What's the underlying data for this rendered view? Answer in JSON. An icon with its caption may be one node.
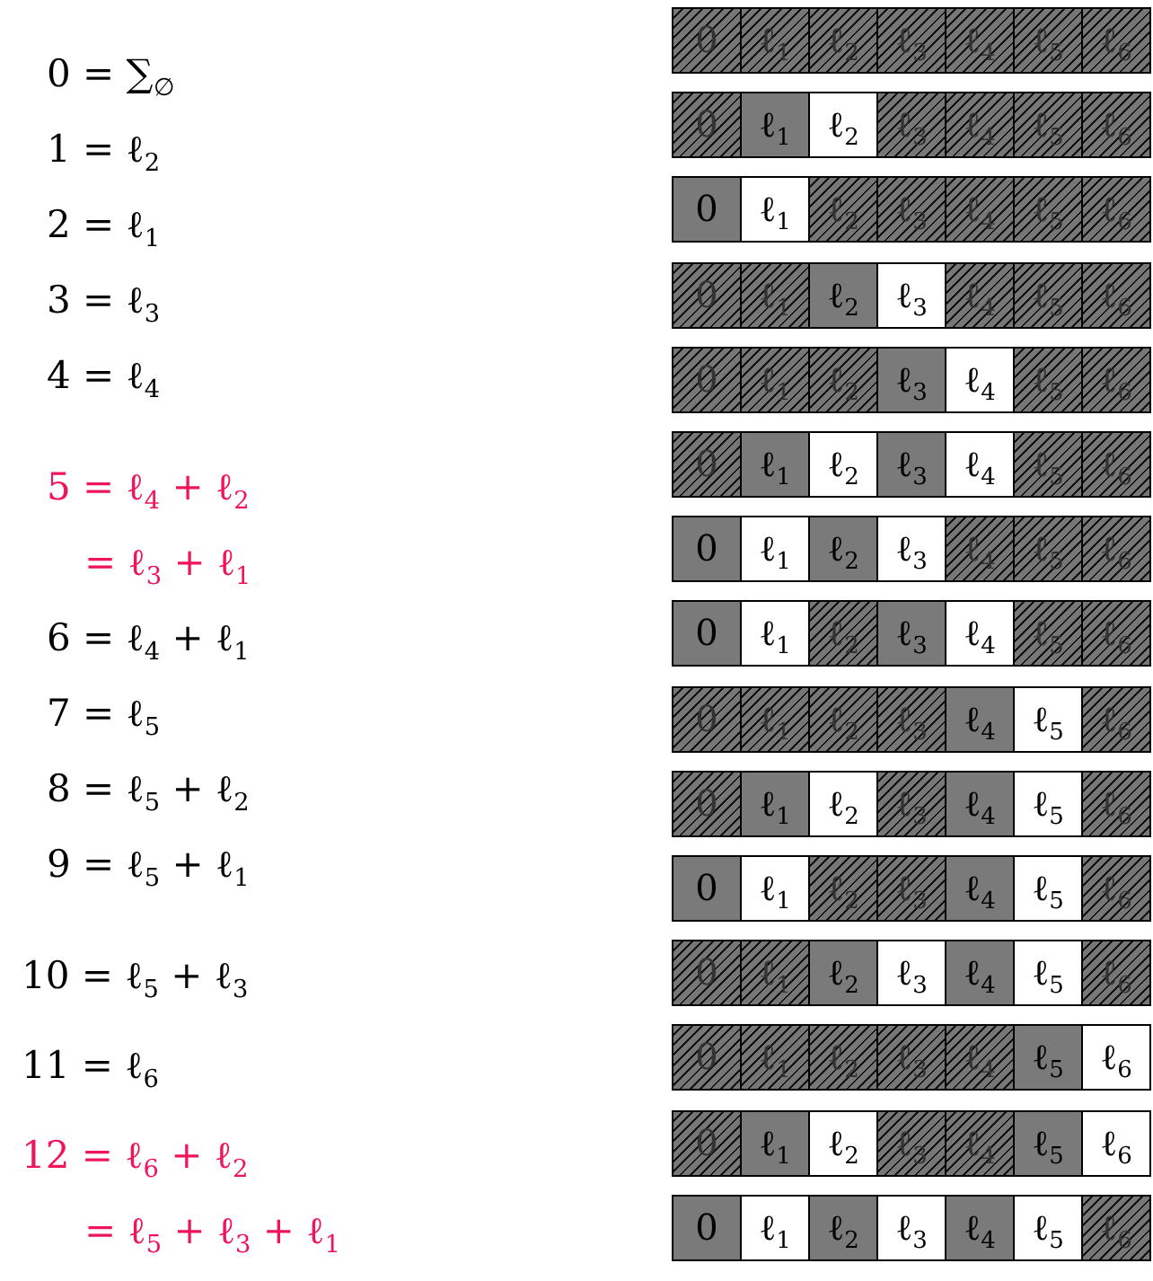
{
  "diagram": {
    "labels": [
      "0 = ∑$_{∅}$",
      "1 = ℓ$_{2}$",
      "2 = ℓ$_{1}$",
      "3 = ℓ$_{3}$",
      "4 = ℓ$_{4}$",
      "5 = ℓ$_{4}$ + ℓ$_{2}$",
      "= ℓ$_{3}$ + ℓ$_{1}$",
      "6 = ℓ$_{4}$ + ℓ$_{1}$",
      "7 = ℓ$_{5}$",
      "8 = ℓ$_{5}$ + ℓ$_{2}$",
      "9 = ℓ$_{5}$ + ℓ$_{1}$",
      "10 = ℓ$_{5}$ + ℓ$_{3}$",
      "11 = ℓ$_{6}$",
      "12 = ℓ$_{6}$ + ℓ$_{2}$",
      "= ℓ$_{5}$ + ℓ$_{3}$ + ℓ$_{1}$",
      "0",
      "ℓ$_{1}$",
      "ℓ$_{2}$",
      "ℓ$_{3}$",
      "ℓ$_{4}$",
      "ℓ$_{5}$",
      "ℓ$_{6}$",
      "0",
      "ℓ$_{1}$",
      "ℓ$_{2}$",
      "ℓ$_{3}$",
      "ℓ$_{4}$",
      "ℓ$_{5}$",
      "ℓ$_{6}$",
      "0",
      "ℓ$_{1}$",
      "ℓ$_{2}$",
      "ℓ$_{3}$",
      "ℓ$_{4}$",
      "ℓ$_{5}$",
      "ℓ$_{6}$",
      "0",
      "ℓ$_{1}$",
      "ℓ$_{2}$",
      "ℓ$_{3}$",
      "ℓ$_{4}$",
      "ℓ$_{5}$",
      "ℓ$_{6}$",
      "0",
      "ℓ$_{1}$",
      "ℓ$_{2}$",
      "ℓ$_{3}$",
      "ℓ$_{4}$",
      "ℓ$_{5}$",
      "ℓ$_{6}$",
      "0",
      "ℓ$_{1}$",
      "ℓ$_{2}$",
      "ℓ$_{3}$",
      "ℓ$_{4}$",
      "ℓ$_{5}$",
      "ℓ$_{6}$",
      "0",
      "ℓ$_{1}$",
      "ℓ$_{2}$",
      "ℓ$_{3}$",
      "ℓ$_{4}$",
      "ℓ$_{5}$",
      "ℓ$_{6}$",
      "0",
      "ℓ$_{1}$",
      "ℓ$_{2}$",
      "ℓ$_{3}$",
      "ℓ$_{4}$",
      "ℓ$_{5}$",
      "ℓ$_{6}$",
      "0",
      "ℓ$_{1}$",
      "ℓ$_{2}$",
      "ℓ$_{3}$",
      "ℓ$_{4}$",
      "ℓ$_{5}$",
      "ℓ$_{6}$",
      "0",
      "ℓ$_{1}$",
      "ℓ$_{2}$",
      "ℓ$_{3}$",
      "ℓ$_{4}$",
      "ℓ$_{5}$",
      "ℓ$_{6}$",
      "0",
      "ℓ$_{1}$",
      "ℓ$_{2}$",
      "ℓ$_{3}$",
      "ℓ$_{4}$",
      "ℓ$_{5}$",
      "ℓ$_{6}$",
      "0",
      "ℓ$_{1}$",
      "ℓ$_{2}$",
      "ℓ$_{3}$",
      "ℓ$_{4}$",
      "ℓ$_{5}$",
      "ℓ$_{6}$",
      "0",
      "ℓ$_{1}$",
      "ℓ$_{2}$",
      "ℓ$_{3}$",
      "ℓ$_{4}$",
      "ℓ$_{5}$",
      "ℓ$_{6}$",
      "0",
      "ℓ$_{1}$",
      "ℓ$_{2}$",
      "ℓ$_{3}$",
      "ℓ$_{4}$",
      "ℓ$_{5}$",
      "ℓ$_{6}$",
      "0",
      "ℓ$_{1}$",
      "ℓ$_{2}$",
      "ℓ$_{3}$",
      "ℓ$_{4}$",
      "ℓ$_{5}$",
      "ℓ$_{6}$"
    ]
  }
}
